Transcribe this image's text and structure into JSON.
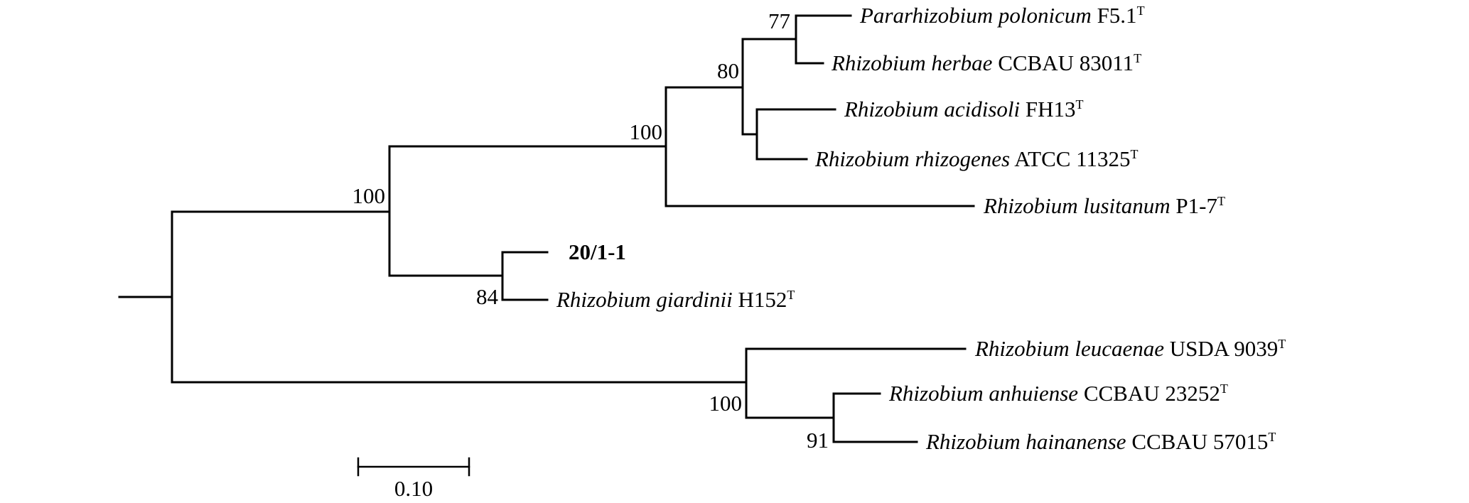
{
  "tree": {
    "taxa": [
      {
        "id": "t1",
        "genus_species": "Pararhizobium polonicum",
        "strain": "F5.1",
        "type_mark": "T",
        "bold": false
      },
      {
        "id": "t2",
        "genus_species": "Rhizobium herbae",
        "strain": "CCBAU 83011",
        "type_mark": "T",
        "bold": false
      },
      {
        "id": "t3",
        "genus_species": "Rhizobium acidisoli",
        "strain": "FH13",
        "type_mark": "T",
        "bold": false
      },
      {
        "id": "t4",
        "genus_species": "Rhizobium rhizogenes",
        "strain": "ATCC 11325",
        "type_mark": "T",
        "bold": false
      },
      {
        "id": "t5",
        "genus_species": "Rhizobium lusitanum",
        "strain": "P1-7",
        "type_mark": "T",
        "bold": false
      },
      {
        "id": "t6",
        "genus_species": "",
        "strain": "20/1-1",
        "type_mark": "",
        "bold": true
      },
      {
        "id": "t7",
        "genus_species": "Rhizobium giardinii",
        "strain": "H152",
        "type_mark": "T",
        "bold": false
      },
      {
        "id": "t8",
        "genus_species": "Rhizobium leucaenae",
        "strain": "USDA 9039",
        "type_mark": "T",
        "bold": false
      },
      {
        "id": "t9",
        "genus_species": "Rhizobium anhuiense",
        "strain": "CCBAU 23252",
        "type_mark": "T",
        "bold": false
      },
      {
        "id": "t10",
        "genus_species": "Rhizobium hainanense",
        "strain": "CCBAU 57015",
        "type_mark": "T",
        "bold": false
      }
    ],
    "bootstrap": {
      "polonicum_herbae": "77",
      "herbae_clade_with_acidisoli": "80",
      "upper_clade": "100",
      "ingroup_clade": "100",
      "strain_giardinii": "84",
      "lower_clade": "100",
      "anhuiense_hainanense": "91"
    },
    "scale_bar": {
      "value": 0.1,
      "label": "0.10"
    }
  }
}
